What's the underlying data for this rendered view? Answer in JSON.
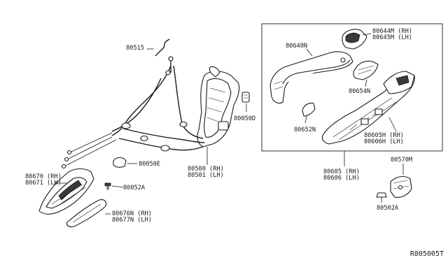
{
  "labels": {
    "p80515": "80515",
    "p80050d": "80050D",
    "p80050e": "80050E",
    "p80670": "80670 (RH)",
    "p80671": "80671 (LH)",
    "p80052a": "80052A",
    "p80676n": "80676N (RH)",
    "p80677n": "80677N (LH)",
    "p80500": "80500 (RH)",
    "p80501": "80501 (LH)",
    "p80640n": "80640N",
    "p80644m": "80644M (RH)",
    "p80645m": "80645M (LH)",
    "p80654n": "80654N",
    "p80652n": "80652N",
    "p80605h": "80605H (RH)",
    "p80606h": "80606H (LH)",
    "p80605": "80605 (RH)",
    "p80606": "80606 (LH)",
    "p80570m": "80570M",
    "p80502a": "80502A"
  },
  "diagram_ref": "R805005T"
}
